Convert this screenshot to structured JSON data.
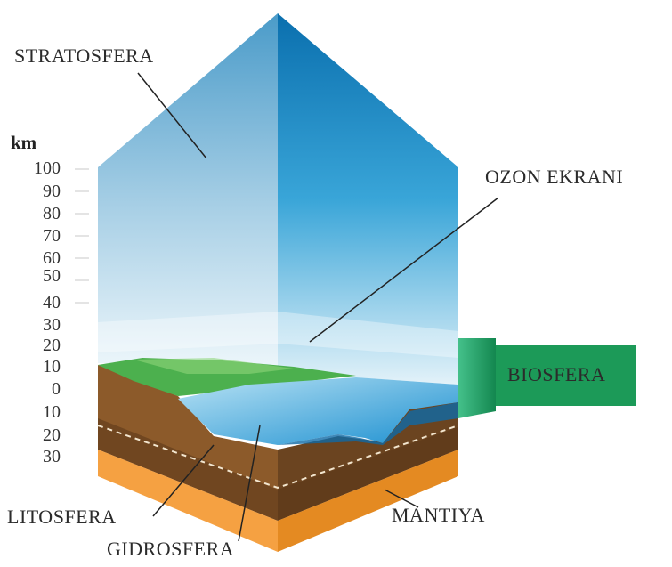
{
  "scale": {
    "unit": "km",
    "ticks": [
      "100",
      "90",
      "80",
      "70",
      "60",
      "50",
      "40",
      "30",
      "20",
      "10",
      "0",
      "10",
      "20",
      "30"
    ]
  },
  "labels": {
    "stratosfera": "STRATOSFERA",
    "ozon": "OZON EKRANI",
    "biosfera": "BIOSFERA",
    "litosfera": "LITOSFERA",
    "mantiya": "MANTIYA",
    "gidrosfera": "GIDROSFERA"
  },
  "colors": {
    "sky_top": "#1f86c4",
    "sky_bottom": "#e9f4fa",
    "land_green": "#4caf50",
    "water": "#2b9fd8",
    "soil": "#8b5a2b",
    "mantle": "#f39a3a",
    "biosphere_band": "#1a9a5a"
  }
}
